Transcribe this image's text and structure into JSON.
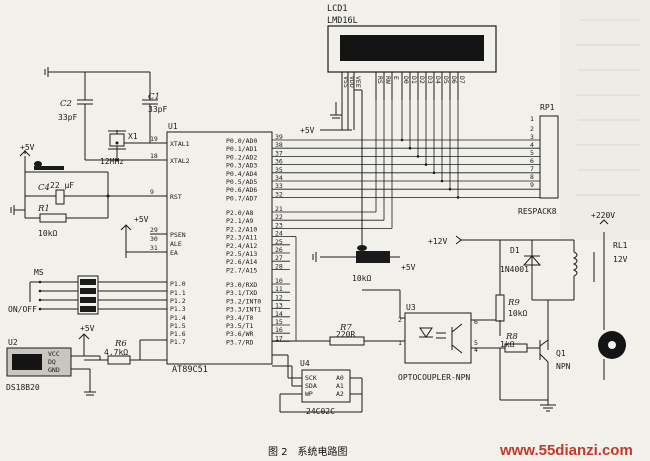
{
  "figure": {
    "caption": "图 2　系统电路图",
    "watermark": "www.55dianzi.com"
  },
  "components": {
    "lcd": {
      "ref": "LCD1",
      "model": "LMD16L",
      "pins": [
        "VSS",
        "VDD",
        "VEE",
        "RS",
        "RW",
        "E",
        "D0",
        "D1",
        "D2",
        "D3",
        "D4",
        "D5",
        "D6",
        "D7"
      ]
    },
    "mcu": {
      "ref": "U1",
      "model": "AT89C51",
      "left_pins": [
        {
          "num": "19",
          "name": "XTAL1"
        },
        {
          "num": "18",
          "name": "XTAL2"
        },
        {
          "num": "9",
          "name": "RST"
        },
        {
          "num": "29",
          "name": "PSEN"
        },
        {
          "num": "30",
          "name": "ALE"
        },
        {
          "num": "31",
          "name": "EA"
        },
        {
          "num": "",
          "name": "P1.0"
        },
        {
          "num": "",
          "name": "P1.1"
        },
        {
          "num": "",
          "name": "P1.2"
        },
        {
          "num": "",
          "name": "P1.3"
        },
        {
          "num": "",
          "name": "P1.4"
        },
        {
          "num": "",
          "name": "P1.5"
        },
        {
          "num": "",
          "name": "P1.6"
        },
        {
          "num": "",
          "name": "P1.7"
        }
      ],
      "right_pins": [
        {
          "num": "39",
          "name": "P0.0/AD0"
        },
        {
          "num": "38",
          "name": "P0.1/AD1"
        },
        {
          "num": "37",
          "name": "P0.2/AD2"
        },
        {
          "num": "36",
          "name": "P0.3/AD3"
        },
        {
          "num": "35",
          "name": "P0.4/AD4"
        },
        {
          "num": "34",
          "name": "P0.5/AD5"
        },
        {
          "num": "33",
          "name": "P0.6/AD6"
        },
        {
          "num": "32",
          "name": "P0.7/AD7"
        },
        {
          "num": "21",
          "name": "P2.0/A8"
        },
        {
          "num": "22",
          "name": "P2.1/A9"
        },
        {
          "num": "23",
          "name": "P2.2/A10"
        },
        {
          "num": "24",
          "name": "P2.3/A11"
        },
        {
          "num": "25",
          "name": "P2.4/A12"
        },
        {
          "num": "26",
          "name": "P2.5/A13"
        },
        {
          "num": "27",
          "name": "P2.6/A14"
        },
        {
          "num": "28",
          "name": "P2.7/A15"
        },
        {
          "num": "10",
          "name": "P3.0/RXD"
        },
        {
          "num": "11",
          "name": "P3.1/TXD"
        },
        {
          "num": "12",
          "name": "P3.2/INT0"
        },
        {
          "num": "13",
          "name": "P3.3/INT1"
        },
        {
          "num": "14",
          "name": "P3.4/T0"
        },
        {
          "num": "15",
          "name": "P3.5/T1"
        },
        {
          "num": "16",
          "name": "P3.6/WR"
        },
        {
          "num": "17",
          "name": "P3.7/RD"
        }
      ]
    },
    "crystal": {
      "ref": "X1",
      "value": "12MHz"
    },
    "c1": {
      "ref": "C1",
      "value": "33pF"
    },
    "c2": {
      "ref": "C2",
      "value": "33pF"
    },
    "c4": {
      "ref": "C4",
      "value": "22 μF"
    },
    "r1": {
      "ref": "R1",
      "value": "10kΩ"
    },
    "r6": {
      "ref": "R6",
      "value": "4.7kΩ"
    },
    "r7": {
      "ref": "R7",
      "value": "220R"
    },
    "r8": {
      "ref": "R8",
      "value": "1kΩ"
    },
    "r9": {
      "ref": "R9",
      "value": "10kΩ"
    },
    "pot": {
      "value": "10kΩ"
    },
    "rp1": {
      "ref": "RP1",
      "model": "RESPACK8",
      "pins": [
        "1",
        "2",
        "3",
        "4",
        "5",
        "6",
        "7",
        "8",
        "9"
      ]
    },
    "opto": {
      "ref": "U3",
      "model": "OPTOCOUPLER-NPN",
      "pins": [
        "1",
        "2",
        "4",
        "5",
        "6"
      ]
    },
    "eeprom": {
      "ref": "U4",
      "model": "24C02C",
      "pins": [
        "SCK",
        "SDA",
        "WP",
        "A0",
        "A1",
        "A2"
      ]
    },
    "sensor": {
      "ref": "U2",
      "model": "DS18B20",
      "pins": [
        "VCC",
        "DQ",
        "GND"
      ]
    },
    "diode": {
      "ref": "D1",
      "model": "1N4001"
    },
    "transistor": {
      "ref": "Q1",
      "type": "NPN"
    },
    "relay": {
      "ref": "RL1",
      "value": "12V"
    },
    "switches": {
      "label": "MS",
      "state": "ON/OFF"
    }
  },
  "supplies": {
    "v5": "+5V",
    "v12": "+12V",
    "v220": "+220V"
  }
}
